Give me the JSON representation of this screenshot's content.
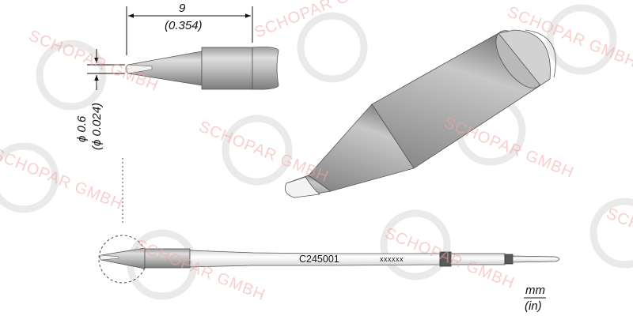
{
  "drawing": {
    "length_mm": "9",
    "length_in": "(0.354)",
    "diameter_mm": "ϕ 0.6",
    "diameter_in": "(ϕ 0.024)",
    "model": "C245001",
    "code": "xxxxxx",
    "unit_top": "mm",
    "unit_bottom": "(in)"
  },
  "watermark": {
    "text": "SCHOPAR GMBH",
    "color": "#f2a7a7"
  }
}
